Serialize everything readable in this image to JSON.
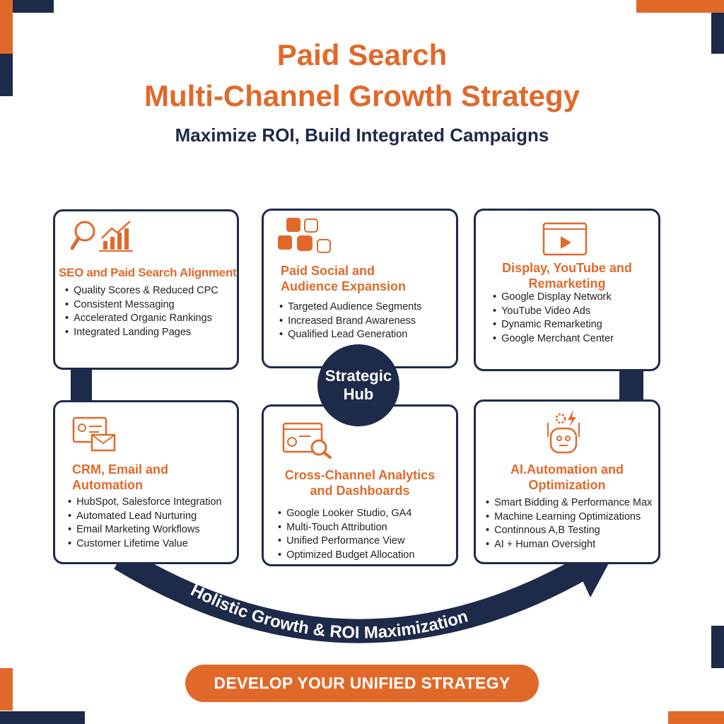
{
  "header": {
    "title_line1": "Paid Search",
    "title_line2": "Multi-Channel Growth Strategy",
    "subtitle": "Maximize ROI, Build Integrated Campaigns"
  },
  "colors": {
    "accent": "#E0692A",
    "navy": "#1E2A4A"
  },
  "cards": [
    {
      "icon": "magnifier-chart-icon",
      "title": "SEO and Paid Search Alignment",
      "items": [
        "Quality Scores & Reduced CPC",
        "Consistent Messaging",
        "Accelerated Organic Rankings",
        "Integrated Landing Pages"
      ]
    },
    {
      "icon": "social-media-icons",
      "title_line1": "Paid Social and",
      "title_line2": "Audience Expansion",
      "items": [
        "Targeted Audience Segments",
        "Increased Brand Awareness",
        "Qualified Lead Generation"
      ]
    },
    {
      "icon": "video-play-icon",
      "title_line1": "Display, YouTube and",
      "title_line2": "Remarketing",
      "items": [
        "Google Display Network",
        "YouTube Video Ads",
        "Dynamic Remarketing",
        "Google Merchant Center"
      ]
    },
    {
      "icon": "contact-email-icon",
      "title_line1": "CRM, Email and",
      "title_line2": "Automation",
      "items": [
        "HubSpot, Salesforce Integration",
        "Automated Lead Nurturing",
        "Email Marketing Workflows",
        "Customer Lifetime Value"
      ]
    },
    {
      "icon": "analytics-dashboard-icon",
      "title_line1": "Cross-Channel Analytics",
      "title_line2": "and Dashboards",
      "items": [
        "Google Looker Studio, GA4",
        "Multi-Touch Attribution",
        "Unified Performance View",
        "Optimized Budget Allocation"
      ]
    },
    {
      "icon": "robot-icon",
      "title_line1": "AI.Automation and",
      "title_line2": "Optimization",
      "items": [
        "Smart Bidding & Performance Max",
        "Machine Learning Optimizations",
        "Continnous A,B Testing",
        "AI + Human Oversight"
      ]
    }
  ],
  "hub": {
    "line1": "Strategic",
    "line2": "Hub"
  },
  "arc_label": "Holistic Growth & ROI Maximization",
  "cta": {
    "label": "DEVELOP YOUR UNIFIED STRATEGY"
  }
}
